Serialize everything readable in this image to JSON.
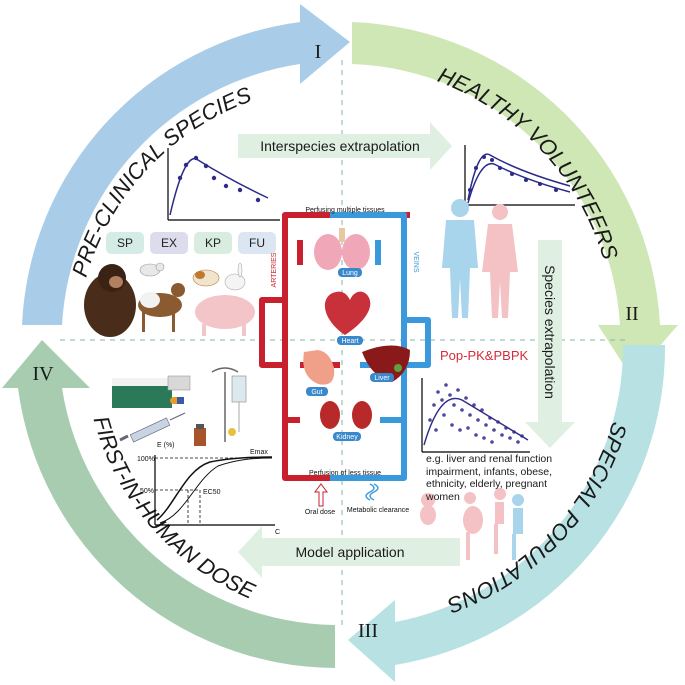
{
  "phases": {
    "q1": {
      "numeral": "I",
      "title": "PRE-CLINICAL SPECIES"
    },
    "q2": {
      "numeral": "II",
      "title": "HEALTHY VOLUNTEERS"
    },
    "q3": {
      "numeral": "III",
      "title": "SPECIAL POPULATIONS"
    },
    "q4": {
      "numeral": "IV",
      "title": "FIRST-IN-HUMAN DOSE"
    }
  },
  "arrows": {
    "interspecies": "Interspecies extrapolation",
    "species": "Species extrapolation",
    "model": "Model application"
  },
  "chips": [
    "SP",
    "EX",
    "KP",
    "FU"
  ],
  "pbpk": {
    "label": "Pop-PK&PBPK",
    "top": "Perfusing multiple tissues",
    "bottom": "Perfusion of less tissue",
    "arteries": "ARTERIES",
    "veins": "VEINS",
    "organs": {
      "lung": "Lung",
      "heart": "Heart",
      "gut": "Gut",
      "liver": "Liver",
      "kidney": "Kidney"
    },
    "oral": "Oral dose",
    "clearance": "Metabolic clearance"
  },
  "special_note": "e.g. liver and renal function impairment, infants, obese, ethnicity, elderly, pregnant women",
  "emax": {
    "y_label": "E (%)",
    "x_label": "C",
    "max_label": "Emax",
    "ec50_label": "EC50",
    "tick_100": "100%",
    "tick_50": "50%"
  },
  "colors": {
    "q1": "#a9cde8",
    "q2": "#cfe6b5",
    "q3": "#b7e1e3",
    "q4": "#a8ccb0",
    "artery": "#c8202e",
    "vein": "#3a98dc"
  }
}
